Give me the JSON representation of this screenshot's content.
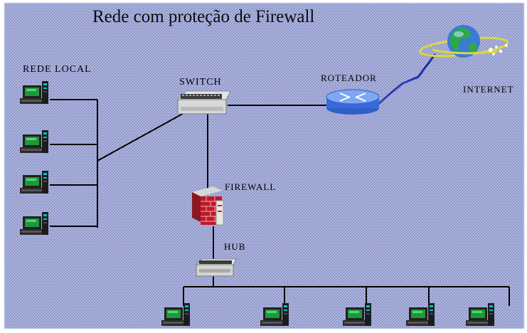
{
  "diagram": {
    "title": "Rede com proteção de Firewall",
    "labels": {
      "local_network": "REDE LOCAL",
      "switch": "SWITCH",
      "router": "ROTEADOR",
      "internet": "INTERNET",
      "firewall": "FIREWALL",
      "hub": "HUB"
    },
    "nodes": {
      "lan_computers": 4,
      "hub_computers": 5
    },
    "colors": {
      "background": "#8c95cc",
      "link": "#000000",
      "router": "#5a8be8",
      "firewall_brick": "#b01020",
      "monitor_screen": "#1a9a3a"
    }
  }
}
